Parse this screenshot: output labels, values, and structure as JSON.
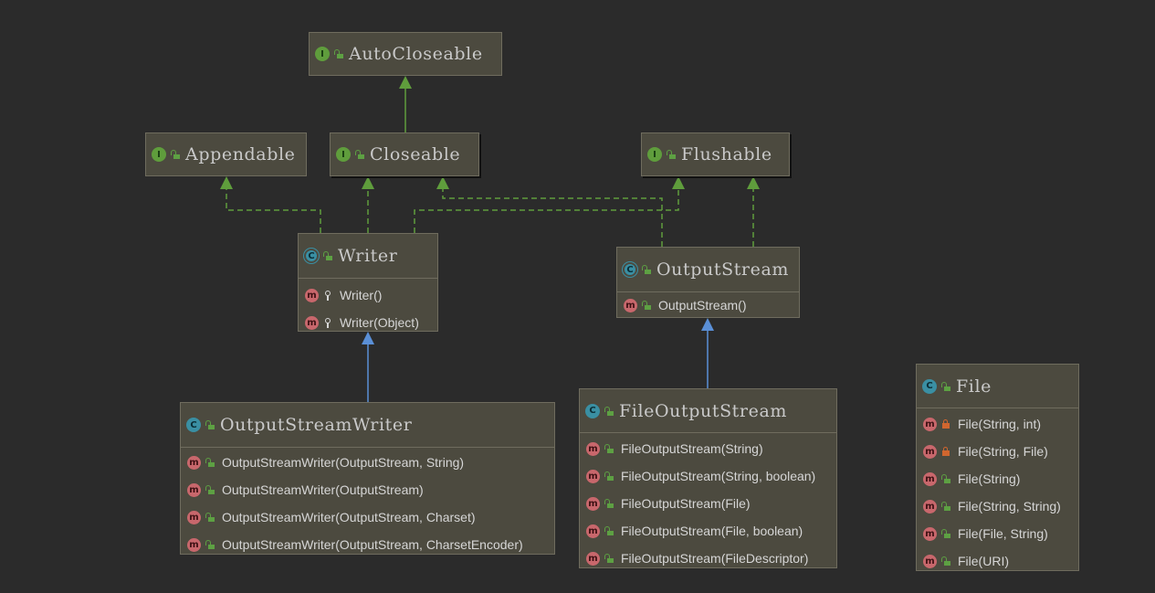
{
  "nodes": {
    "autocloseable": {
      "kind": "I",
      "visibility": "public",
      "name": "AutoCloseable",
      "members": []
    },
    "appendable": {
      "kind": "I",
      "visibility": "public",
      "name": "Appendable",
      "members": []
    },
    "closeable": {
      "kind": "I",
      "visibility": "public",
      "name": "Closeable",
      "members": []
    },
    "flushable": {
      "kind": "I",
      "visibility": "public",
      "name": "Flushable",
      "members": []
    },
    "writer": {
      "kind": "C",
      "abstract": true,
      "visibility": "public",
      "name": "Writer",
      "members": [
        {
          "kind": "m",
          "visibility": "protected",
          "signature": "Writer()"
        },
        {
          "kind": "m",
          "visibility": "protected",
          "signature": "Writer(Object)"
        }
      ]
    },
    "outputstream": {
      "kind": "C",
      "abstract": true,
      "visibility": "public",
      "name": "OutputStream",
      "members": [
        {
          "kind": "m",
          "visibility": "public",
          "signature": "OutputStream()"
        }
      ]
    },
    "outputstreamwriter": {
      "kind": "C",
      "visibility": "public",
      "name": "OutputStreamWriter",
      "members": [
        {
          "kind": "m",
          "visibility": "public",
          "signature": "OutputStreamWriter(OutputStream, String)"
        },
        {
          "kind": "m",
          "visibility": "public",
          "signature": "OutputStreamWriter(OutputStream)"
        },
        {
          "kind": "m",
          "visibility": "public",
          "signature": "OutputStreamWriter(OutputStream, Charset)"
        },
        {
          "kind": "m",
          "visibility": "public",
          "signature": "OutputStreamWriter(OutputStream, CharsetEncoder)"
        }
      ]
    },
    "fileoutputstream": {
      "kind": "C",
      "visibility": "public",
      "name": "FileOutputStream",
      "members": [
        {
          "kind": "m",
          "visibility": "public",
          "signature": "FileOutputStream(String)"
        },
        {
          "kind": "m",
          "visibility": "public",
          "signature": "FileOutputStream(String, boolean)"
        },
        {
          "kind": "m",
          "visibility": "public",
          "signature": "FileOutputStream(File)"
        },
        {
          "kind": "m",
          "visibility": "public",
          "signature": "FileOutputStream(File, boolean)"
        },
        {
          "kind": "m",
          "visibility": "public",
          "signature": "FileOutputStream(FileDescriptor)"
        }
      ]
    },
    "file": {
      "kind": "C",
      "visibility": "public",
      "name": "File",
      "members": [
        {
          "kind": "m",
          "visibility": "private",
          "signature": "File(String, int)"
        },
        {
          "kind": "m",
          "visibility": "private",
          "signature": "File(String, File)"
        },
        {
          "kind": "m",
          "visibility": "public",
          "signature": "File(String)"
        },
        {
          "kind": "m",
          "visibility": "public",
          "signature": "File(String, String)"
        },
        {
          "kind": "m",
          "visibility": "public",
          "signature": "File(File, String)"
        },
        {
          "kind": "m",
          "visibility": "public",
          "signature": "File(URI)"
        }
      ]
    }
  },
  "edges": [
    {
      "from": "closeable",
      "to": "autocloseable",
      "type": "extends"
    },
    {
      "from": "writer",
      "to": "appendable",
      "type": "implements"
    },
    {
      "from": "writer",
      "to": "closeable",
      "type": "implements"
    },
    {
      "from": "writer",
      "to": "flushable",
      "type": "implements"
    },
    {
      "from": "outputstream",
      "to": "closeable",
      "type": "implements"
    },
    {
      "from": "outputstream",
      "to": "flushable",
      "type": "implements"
    },
    {
      "from": "outputstreamwriter",
      "to": "writer",
      "type": "extends"
    },
    {
      "from": "fileoutputstream",
      "to": "outputstream",
      "type": "extends"
    }
  ],
  "colors": {
    "background": "#2b2b2b",
    "node_fill": "#4c4a3f",
    "node_border": "#6f6c5e",
    "interface_icon": "#5f9d3c",
    "class_icon": "#3a8fa3",
    "method_icon": "#c8676c",
    "public_lock": "#5da043",
    "private_lock": "#d0662f",
    "interface_edge": "#5f9d3c",
    "class_edge": "#5a8fd6"
  }
}
